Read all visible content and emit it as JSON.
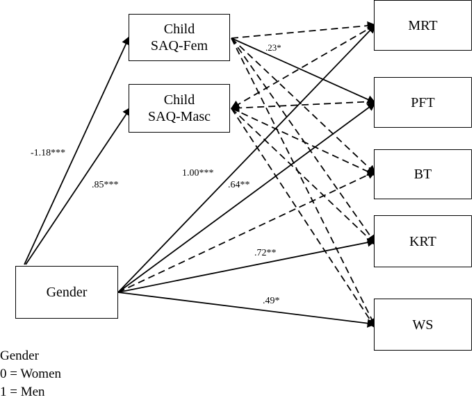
{
  "nodes": {
    "sat_fem": {
      "line1": "Child",
      "line2": "SAQ-Fem"
    },
    "sat_masc": {
      "line1": "Child",
      "line2": "SAQ-Masc"
    },
    "gender": {
      "label": "Gender"
    },
    "mrt": {
      "label": "MRT"
    },
    "pft": {
      "label": "PFT"
    },
    "bt": {
      "label": "BT"
    },
    "krt": {
      "label": "KRT"
    },
    "ws": {
      "label": "WS"
    }
  },
  "coefficients": {
    "gender_fem": "-1.18***",
    "gender_masc": ".85***",
    "gender_mrt": "1.00***",
    "gender_pft": ".64**",
    "gender_krt": ".72**",
    "gender_ws": ".49*",
    "fem_pft": ".23*"
  },
  "paths": [
    {
      "from": "gender",
      "to": "sat_fem",
      "style": "solid"
    },
    {
      "from": "gender",
      "to": "sat_masc",
      "style": "solid"
    },
    {
      "from": "gender",
      "to": "mrt",
      "style": "solid"
    },
    {
      "from": "gender",
      "to": "pft",
      "style": "solid"
    },
    {
      "from": "gender",
      "to": "bt",
      "style": "dashed"
    },
    {
      "from": "gender",
      "to": "krt",
      "style": "solid"
    },
    {
      "from": "gender",
      "to": "ws",
      "style": "solid"
    },
    {
      "from": "sat_fem",
      "to": "mrt",
      "style": "dashed"
    },
    {
      "from": "sat_fem",
      "to": "pft",
      "style": "solid"
    },
    {
      "from": "sat_fem",
      "to": "bt",
      "style": "dashed"
    },
    {
      "from": "sat_fem",
      "to": "krt",
      "style": "dashed"
    },
    {
      "from": "sat_fem",
      "to": "ws",
      "style": "dashed"
    },
    {
      "from": "mrt",
      "to": "sat_masc",
      "style": "dashed"
    },
    {
      "from": "pft",
      "to": "sat_masc",
      "style": "dashed"
    },
    {
      "from": "sat_masc",
      "to": "bt",
      "style": "dashed"
    },
    {
      "from": "sat_masc",
      "to": "krt",
      "style": "dashed"
    },
    {
      "from": "sat_masc",
      "to": "ws",
      "style": "dashed"
    }
  ],
  "legend": {
    "title": "Gender",
    "line1": "0 = Women",
    "line2": "1 = Men"
  }
}
